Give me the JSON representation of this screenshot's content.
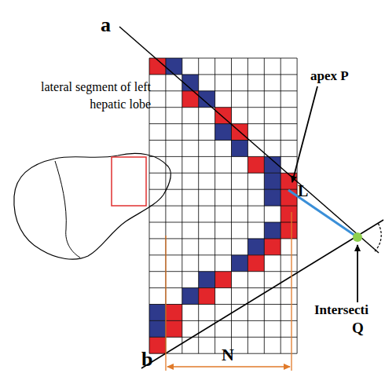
{
  "diagram": {
    "labels": [
      "a",
      "lateral segment of left hepatic lobe",
      "apex P",
      "L",
      "Intersecti",
      "Q",
      "N",
      "b"
    ]
  }
}
